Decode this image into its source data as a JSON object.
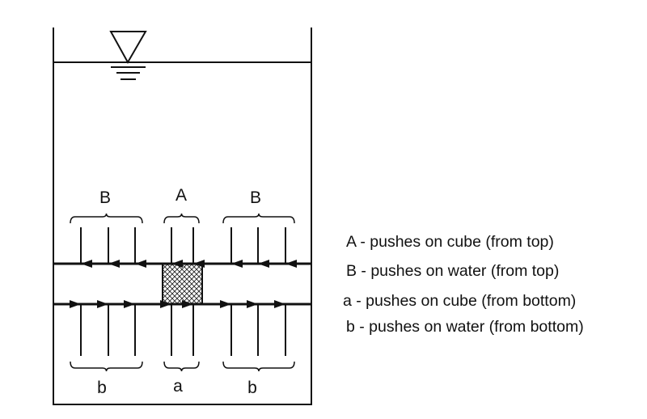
{
  "labels": {
    "top_left": "B",
    "top_middle": "A",
    "top_right": "B",
    "bottom_left": "b",
    "bottom_middle": "a",
    "bottom_right": "b"
  },
  "legend": [
    "A - pushes on cube (from top)",
    "B - pushes on water (from top)",
    "a - pushes on cube (from bottom)",
    "b - pushes on water (from bottom)"
  ],
  "icons": {
    "water_level": "inverted-triangle-water-surface-symbol"
  },
  "colors": {
    "line": "#111111",
    "background": "#ffffff"
  }
}
